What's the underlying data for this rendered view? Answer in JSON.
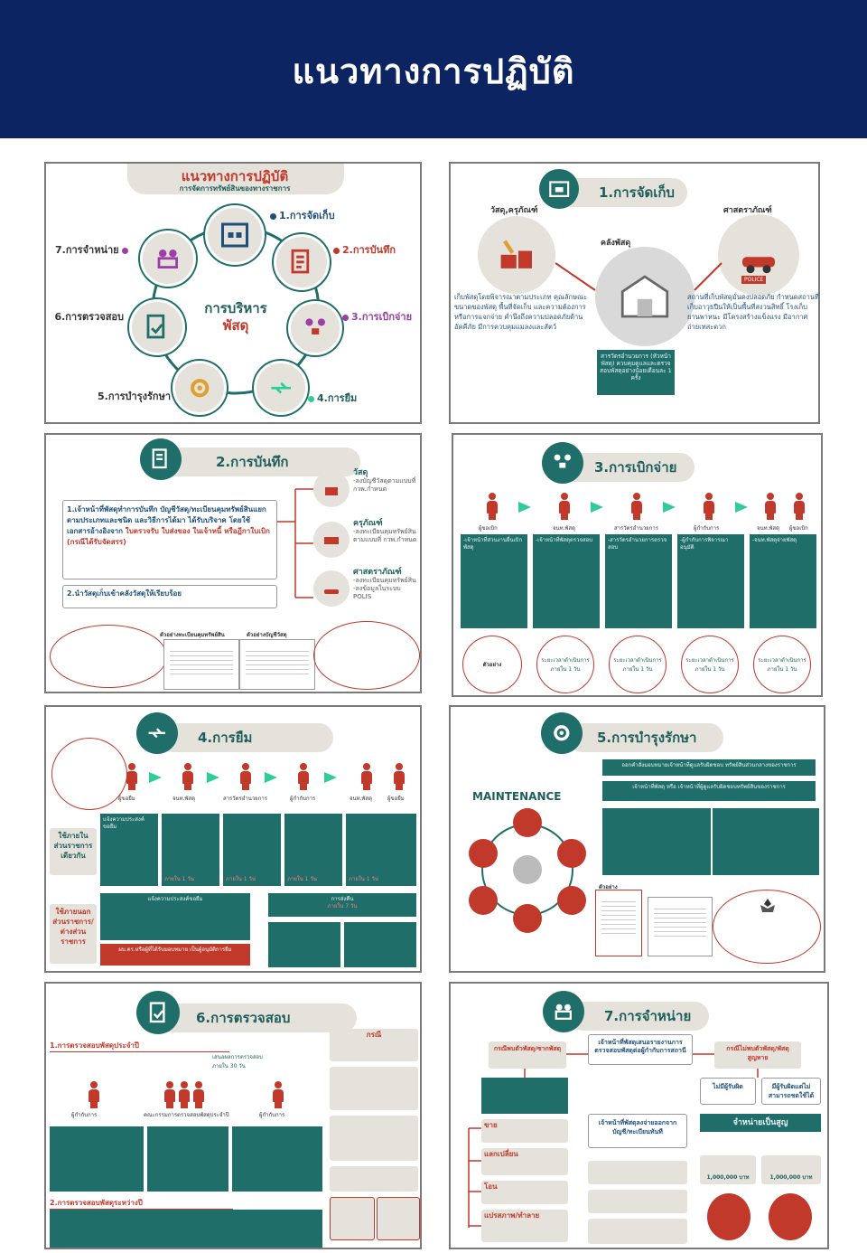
{
  "header": {
    "title": "แนวทางการปฏิบัติ"
  },
  "p1": {
    "title": "แนวทางการปฏิบัติ",
    "subtitle": "การจัดการทรัพย์สินของทางราชการ",
    "center_a": "การบริหาร",
    "center_b": "พัสดุ",
    "steps": [
      "1.การจัดเก็บ",
      "2.การบันทึก",
      "3.การเบิกจ่าย",
      "4.การยืม",
      "5.การบำรุงรักษา",
      "6.การตรวจสอบ",
      "7.การจำหน่าย"
    ]
  },
  "p2": {
    "title": "1.การจัดเก็บ",
    "left_label": "วัสดุ,ครุภัณฑ์",
    "mid_label": "คลังพัสดุ",
    "right_label": "ศาสตราภัณฑ์",
    "left_text": "เก็บพัสดุโดยพิจารณาตามประเภท คุณลักษณะ ขนาดของพัสดุ พื้นที่จัดเก็บ และความต้องการหรือการแจกจ่าย ค่ำนึงถึงความปลอดภัยด้านอัคคีภัย มีการควบคุมแมลงและสัตว์",
    "right_text": "สถานที่เก็บพัสดุมั่นคงปลอดภัย กำหนดสถานที่เก็บอาวุธปืนให้เป็นพื้นที่สงวนสิทธิ์ โรงเก็บยานพาหนะ มีโครงสร้างแข็งแรง มีอากาศถ่ายเทสะดวก",
    "mid_box": "สารวัตรอำนวยการ (หัวหน้าพัสดุ) ควบคุมดูแลและตรวจสอบพัสดุอย่างน้อยเดือนละ 1 ครั้ง",
    "police": "POLICE"
  },
  "p3": {
    "title": "2.การบันทึก",
    "box1": "1.เจ้าหน้าที่พัสดุทำการบันทึก บัญชีวัสดุ/ทะเบียนคุมทรัพย์สินแยกตามประเภทและชนิด และวิธีการได้มา ได้รับบริจาค โดยใช้เอกสารอ้างอิงจาก",
    "box1_red": "ใบตรวจรับ ใบส่งของ ในเจ้าหนี้ หรือฎีกาใบเบิก (กรณีได้รับจัดสรร)",
    "box2": "2.นำวัสดุเก็บเข้าคลังวัสดุให้เรียบร้อย",
    "cats": [
      {
        "name": "วัสดุ",
        "desc": "-ลงบัญชีวัสดุตามแบบที่ กวพ.กำหนด"
      },
      {
        "name": "ครุภัณฑ์",
        "desc": "-ลงทะเบียนคุมทรัพย์สินตามแบบที่ กวพ.กำหนด"
      },
      {
        "name": "ศาสตราภัณฑ์",
        "desc": "-ลงทะเบียนคุมทรัพย์สิน -ลงข้อมูลในระบบ POLIS"
      }
    ],
    "doc1": "ตัวอย่างทะเบียนคุมทรัพย์สิน",
    "doc2": "ตัวอย่างบัญชีวัสดุ"
  },
  "p4": {
    "title": "3.การเบิกจ่าย",
    "roles": [
      "ผู้ขอเบิก",
      "จนท.พัสดุ",
      "สารวัตรอำนวยการ",
      "ผู้กำกับการ",
      "จนท.พัสดุ",
      "ผู้ขอเบิก"
    ],
    "boxes": [
      "-เจ้าหน้าที่ส่วนงานยื่นเบิกพัสดุ",
      "-เจ้าหน้าที่พัสดุตรวจสอบ",
      "-สารวัตรอำนวยการตรวจสอบ",
      "-ผู้กำกับการพิจารณาอนุมัติ",
      "-จนท.พัสดุจ่ายพัสดุ"
    ],
    "ring": "ระยะเวลาดำเนินการภายใน 1 วัน",
    "sample": "ตัวอย่าง"
  },
  "p5": {
    "title": "4.การยืม",
    "roles": [
      "ผู้ขอยืม",
      "จนท.พัสดุ",
      "สารวัตรอำนวยการ",
      "ผู้กำกับการ",
      "จนท.พัสดุ",
      "ผู้ขอยืม"
    ],
    "inside": "ใช้ภายในส่วนราชการเดียวกัน",
    "outside": "ใช้ภายนอกส่วนราชการ/ต่างส่วนราชการ",
    "days": "ภายใน 1 วัน",
    "borrow_box": "แจ้งความประสงค์ขอยืม",
    "return_box": "การส่งคืน",
    "return_days": "ภายใน 7 วัน",
    "red_box": "ผบ.ตร.หรือผู้ที่ได้รับมอบหมาย เป็นผู้อนุมัติการยืม"
  },
  "p6": {
    "title": "5.การบำรุงรักษา",
    "maintenance": "MAINTENANCE",
    "line1": "ออกคำสั่งมอบหมายเจ้าหน้าที่ดูแลรับผิดชอบ ทรัพย์สินส่วนกลางของราชการ",
    "line2": "เจ้าหน้าที่พัสดุ หรือ เจ้าหน้าที่ผู้ดูแลรับผิดชอบทรัพย์สินของราชการ",
    "sample": "ตัวอย่าง"
  },
  "p7": {
    "title": "6.การตรวจสอบ",
    "sec1": "1.การตรวจสอบพัสดุประจำปี",
    "sec2": "2.การตรวจสอบพัสดุระหว่างปี",
    "case": "กรณี",
    "roles": [
      "ผู้กำกับการ",
      "คณะกรรมการตรวจสอบพัสดุประจำปี",
      "ผู้กำกับการ"
    ],
    "note": "เสนอผลการตรวจสอบภายใน 30 วัน"
  },
  "p8": {
    "title": "7.การจำหน่าย",
    "top": "เจ้าหน้าที่พัสดุเสนอรายงานการตรวจสอบพัสดุต่อผู้กำกับการสถานี",
    "case_a": "กรณีพบตัวพัสดุ/ซากพัสดุ",
    "case_b": "กรณีไม่พบตัวพัสดุ/พัสดุสูญหาย",
    "center": "เจ้าหน้าที่พัสดุลงจ่ายออกจากบัญชี/ทะเบียนทันที",
    "writeoff": "จำหน่ายเป็นสูญ",
    "amount": "1,000,000 บาท",
    "methods": [
      "ขาย",
      "แลกเปลี่ยน",
      "โอน",
      "แปรสภาพ/ทำลาย"
    ],
    "right": [
      "ไม่มีผู้รับผิด",
      "มีผู้รับผิดแต่ไม่สามารถชดใช้ได้"
    ]
  }
}
